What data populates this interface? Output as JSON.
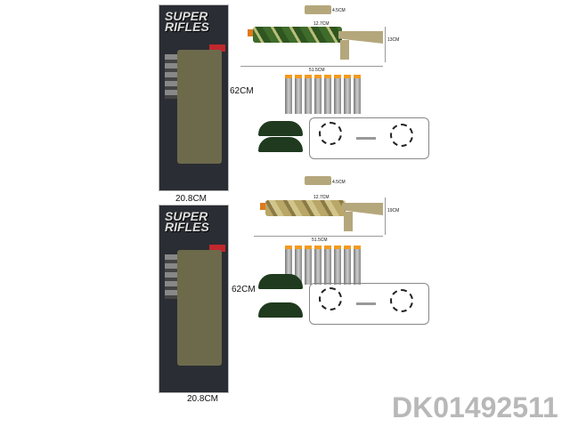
{
  "products": [
    {
      "card_title": "SUPER RIFLES",
      "card_width": "20.8CM",
      "card_height": "62CM",
      "scope_height": "4.5CM",
      "scope_length": "12.7CM",
      "rifle_height": "13CM",
      "rifle_length": "51.5CM",
      "colors": {
        "body": "#3f6b2b",
        "stock": "#b5a77c"
      }
    },
    {
      "card_title": "SUPER RIFLES",
      "card_width": "20.8CM",
      "card_height": "62CM",
      "scope_height": "4.5CM",
      "scope_length": "12.7CM",
      "rifle_height": "19CM",
      "rifle_length": "51.5CM",
      "colors": {
        "body": "#b8a766",
        "stock": "#b5a77c"
      }
    }
  ],
  "watermark": "DK01492511"
}
